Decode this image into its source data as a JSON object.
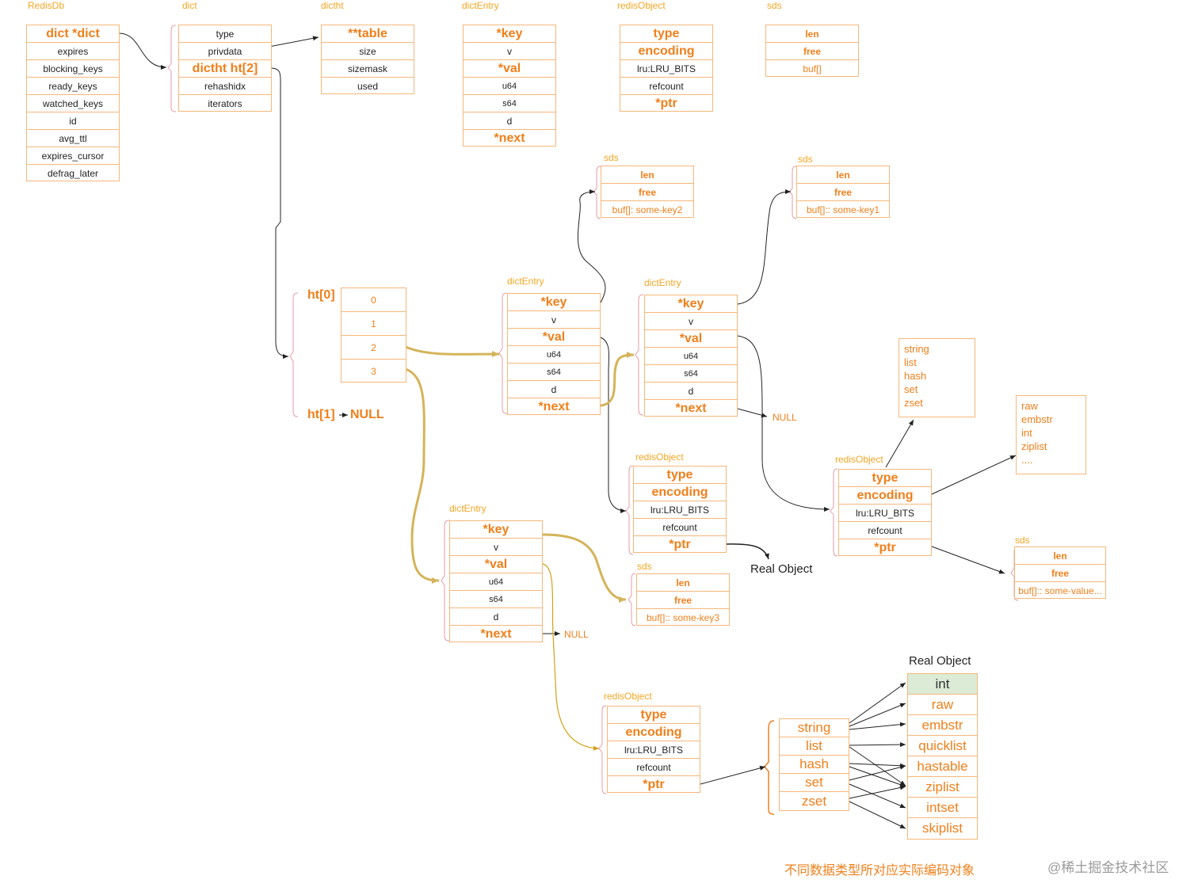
{
  "titles": {
    "redisdb": "RedisDb",
    "dict": "dict",
    "dictht": "dictht",
    "dictentry": "dictEntry",
    "redisobject": "redisObject",
    "sds": "sds"
  },
  "redisdb_rows": [
    "dict  *dict",
    "expires",
    "blocking_keys",
    "ready_keys",
    "watched_keys",
    "id",
    "avg_ttl",
    "expires_cursor",
    "defrag_later"
  ],
  "dict_rows": [
    "type",
    "privdata",
    "dictht ht[2]",
    "rehashidx",
    "iterators"
  ],
  "dictht_rows": [
    "**table",
    "size",
    "sizemask",
    "used"
  ],
  "dictentry_rows": [
    "*key",
    "v",
    "*val",
    "u64",
    "s64",
    "d",
    "*next"
  ],
  "redisobject_rows": [
    "type",
    "encoding",
    "lru:LRU_BITS",
    "refcount",
    "*ptr"
  ],
  "sds_rows": [
    "len",
    "free",
    "buf[]"
  ],
  "sds_key2_rows": [
    "len",
    "free",
    "buf[]: some-key2"
  ],
  "sds_key1_rows": [
    "len",
    "free",
    "buf[]:: some-key1"
  ],
  "sds_key3_rows": [
    "len",
    "free",
    "buf[]:: some-key3"
  ],
  "sds_value_rows": [
    "len",
    "free",
    "buf[]:: some-value..."
  ],
  "ht0_label": "ht[0]",
  "ht1_label": "ht[1]",
  "ht1_null": "NULL",
  "ht0_buckets": [
    "0",
    "1",
    "2",
    "3"
  ],
  "null_text": "NULL",
  "real_object_label": "Real Object",
  "types_note": [
    "string",
    "list",
    "hash",
    "set",
    "zset"
  ],
  "encodings_note": [
    "raw",
    "embstr",
    "int",
    "ziplist",
    "...."
  ],
  "types_box": [
    "string",
    "list",
    "hash",
    "set",
    "zset"
  ],
  "real_object_title": "Real Object",
  "real_object_rows": [
    "int",
    "raw",
    "embstr",
    "quicklist",
    "hastable",
    "ziplist",
    "intset",
    "skiplist"
  ],
  "footer_caption": "不同数据类型所对应实际编码对象",
  "watermark": "@稀土掘金技术社区"
}
